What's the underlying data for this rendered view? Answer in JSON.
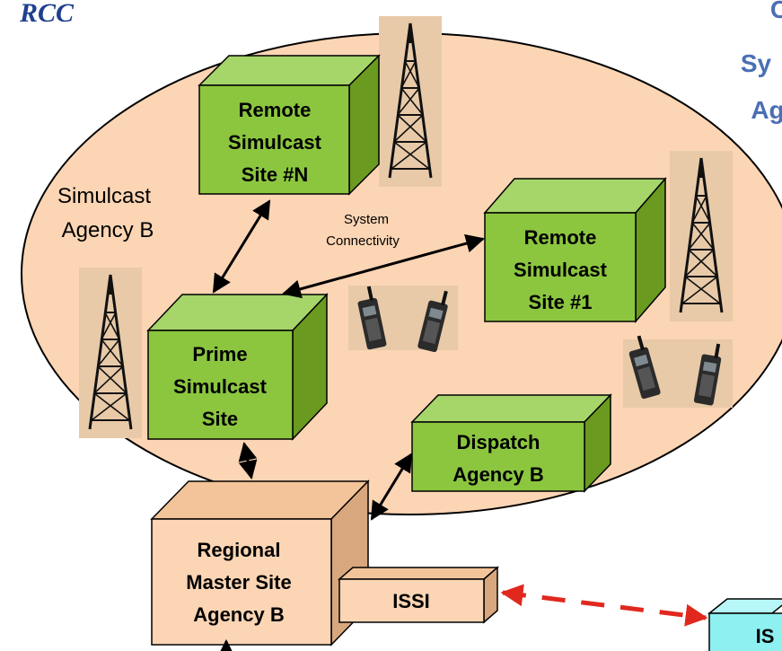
{
  "logo": {
    "text": "RCC"
  },
  "title_fragment": {
    "line1": "C",
    "line2": "Sy",
    "line3": "Ag"
  },
  "region_label": {
    "line1": "Simulcast",
    "line2": "Agency B"
  },
  "connectivity_label": {
    "line1": "System",
    "line2": "Connectivity"
  },
  "sites": {
    "remote_n": [
      "Remote",
      "Simulcast",
      "Site #N"
    ],
    "remote_1": [
      "Remote",
      "Simulcast",
      "Site #1"
    ],
    "prime": [
      "Prime",
      "Simulcast",
      "Site"
    ],
    "dispatch": [
      "Dispatch",
      "Agency B"
    ],
    "regional_master": [
      "Regional",
      "Master Site",
      "Agency B"
    ],
    "issi": "ISSI",
    "issi_partner": "IS"
  },
  "colors": {
    "region_fill": "#fcd5b4",
    "green_front": "#8cc63f",
    "green_dark": "#6a9a1f",
    "green_top": "#a6d56a",
    "tan_front": "#fcd5b4",
    "tan_side": "#d9a77e",
    "cyan_front": "#8ef0f0",
    "link_red": "#e0281e",
    "title_blue": "#4a6fb5"
  }
}
